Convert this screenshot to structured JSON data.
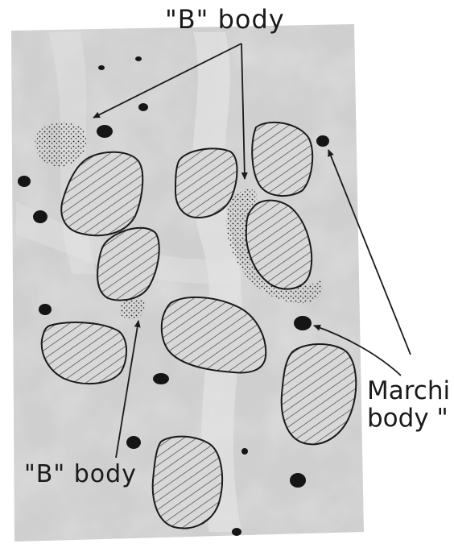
{
  "labels": {
    "b_body_top": "\"B\" body",
    "b_body_bottom": "\"B\" body",
    "marchi_line1": "Marchi",
    "marchi_line2": "body \""
  },
  "colors": {
    "micrograph_bg": "#d2d2d2",
    "nucleus_outline": "#1a1a1a",
    "hatch": "#3a3a3a",
    "dark_granule": "#151515",
    "stipple": "#222222"
  },
  "icons": {
    "arrow": "arrowhead",
    "stippled_body": "B-body-stipple"
  }
}
